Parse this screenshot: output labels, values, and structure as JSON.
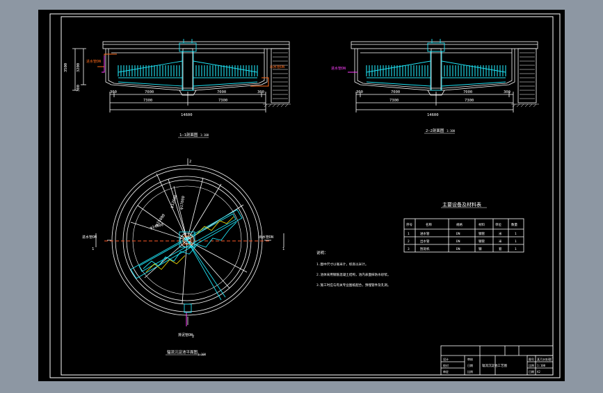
{
  "colors": {
    "bg_outer": "#8d97a3",
    "paper": "#000000",
    "line": "#ffffff",
    "cyan": "#1fe3f5",
    "orange": "#ff6a1a",
    "magenta": "#ff40ff",
    "yellow": "#ffe400",
    "red_dash": "#ff5a28"
  },
  "section_left": {
    "dim_h_total": "3500",
    "dim_h_1": "3200",
    "dim_h_2": "300",
    "dim_300_l": "300",
    "dim_7000_l": "7000",
    "dim_7000_r": "7000",
    "dim_300_r": "300",
    "dim_7300_l": "7300",
    "dim_7300_r": "7300",
    "dim_total": "14600",
    "inlet_label": "进水管DN",
    "outlet_label": "出水管DN",
    "title": "1—1剖面图",
    "scale": "1:100"
  },
  "section_right": {
    "inlet_label": "进水管DN",
    "dim_300_l": "300",
    "dim_7000_l": "7000",
    "dim_7000_r": "7000",
    "dim_300_r": "300",
    "dim_7300_l": "7300",
    "dim_7300_r": "7300",
    "dim_total": "14600",
    "title": "2—2剖面图",
    "scale": "1:100"
  },
  "plan": {
    "dia_1": "φ15000",
    "dia_2": "φ14600",
    "dia_3": "φ12600",
    "dia_4": "φ17000",
    "inlet_left": "进水管DN",
    "outlet_right": "出水管DN",
    "sludge_bottom": "排泥管DN",
    "mark_1_left": "1",
    "mark_1_right": "1",
    "mark_2_top": "2",
    "mark_2_bottom": "2",
    "title": "辐流沉淀池平面图",
    "scale": "1:100"
  },
  "notes": {
    "heading": "说明：",
    "items": [
      "1.图中尺寸以毫米计，标高以米计。",
      "2.池体采用钢筋混凝土结构，池内表面抹防水砂浆。",
      "3.施工时应与有关专业图纸配合，预埋管件及孔洞。"
    ]
  },
  "materials": {
    "title": "主要设备及材料表",
    "headers": [
      "序号",
      "名称",
      "规格",
      "材料",
      "单位",
      "数量"
    ],
    "rows": [
      [
        "1",
        "进水管",
        "DN",
        "钢管",
        "米",
        "1"
      ],
      [
        "2",
        "出水管",
        "DN",
        "钢管",
        "米",
        "1"
      ],
      [
        "3",
        "刮泥机",
        "DN",
        "钢",
        "套",
        "1"
      ]
    ]
  },
  "title_block": {
    "drawing_name": "辐流沉淀池工艺图",
    "left_rows": [
      [
        "设计",
        "审核"
      ],
      [
        "校对",
        "日期"
      ],
      [
        "审定",
        "比例"
      ]
    ],
    "right_rows": [
      [
        "图号",
        "某污水处理厂"
      ],
      [
        "比例",
        "1:100"
      ],
      [
        "日期",
        "A2"
      ]
    ]
  }
}
